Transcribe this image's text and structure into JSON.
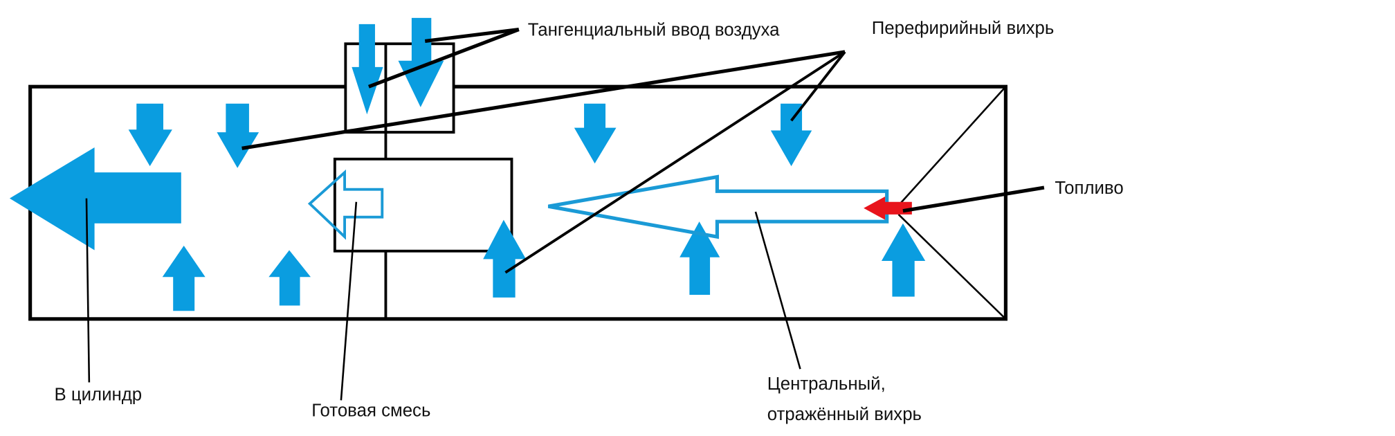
{
  "labels": {
    "tangential": "Тангенциальный ввод воздуха",
    "peripheral": "Перефирийный вихрь",
    "fuel": "Топливо",
    "cylinder": "В цилиндр",
    "mixture": "Готовая смесь",
    "central_line1": "Центральный,",
    "central_line2": "отражённый вихрь"
  },
  "colors": {
    "air": "#0a9de0",
    "outline": "#1a9ad6",
    "fuel": "#e8141c",
    "line": "#000000"
  }
}
